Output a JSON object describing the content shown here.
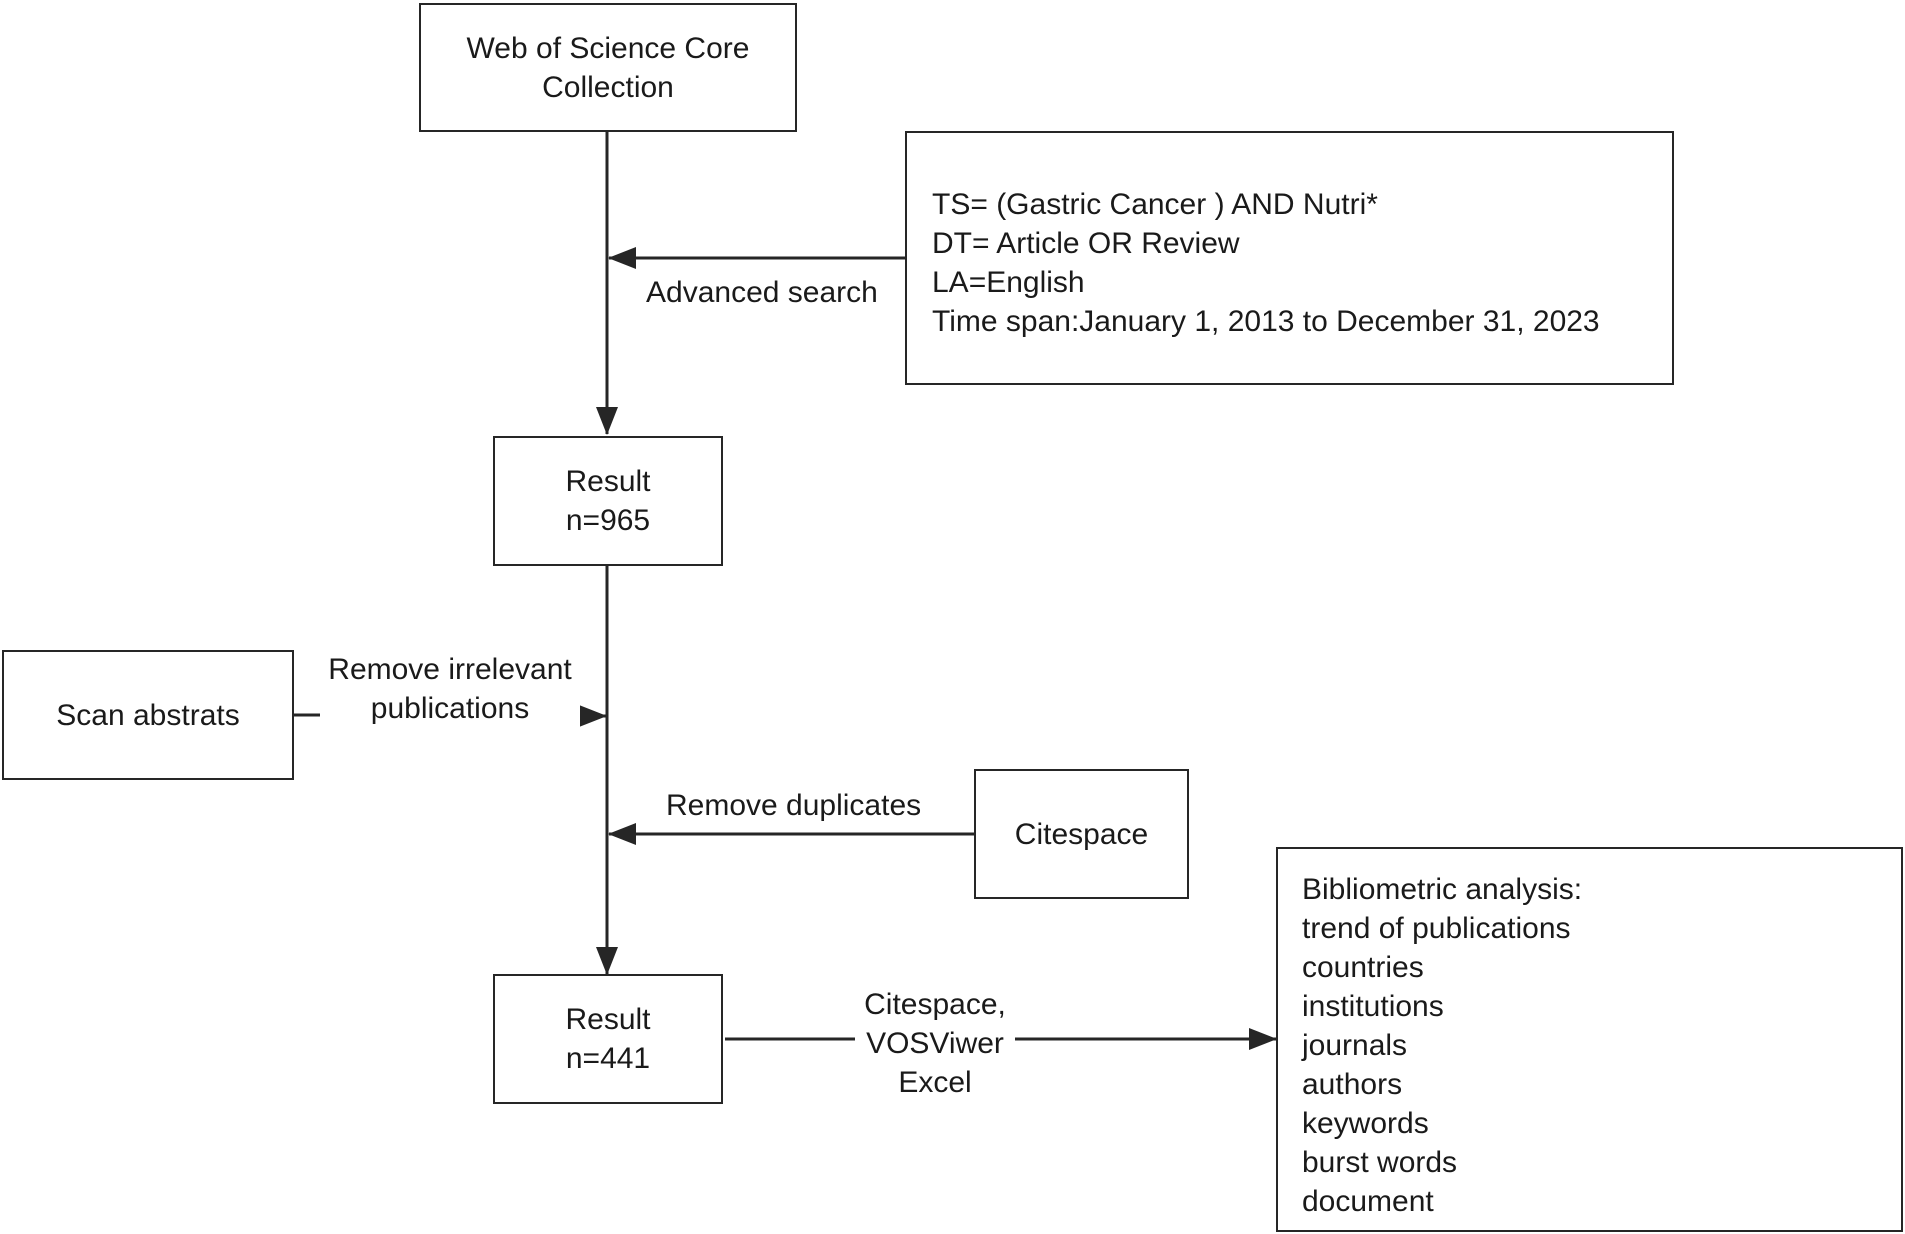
{
  "nodes": {
    "wos": {
      "lines": [
        "Web of Science Core",
        "Collection"
      ]
    },
    "query": {
      "lines": [
        "TS= (Gastric Cancer ) AND Nutri*",
        "DT= Article OR Review",
        "LA=English",
        "Time span:January 1, 2013 to December 31, 2023"
      ]
    },
    "result1": {
      "lines": [
        "Result",
        "n=965"
      ]
    },
    "scan": {
      "lines": [
        "Scan abstrats"
      ]
    },
    "citespace": {
      "lines": [
        "Citespace"
      ]
    },
    "result2": {
      "lines": [
        "Result",
        "n=441"
      ]
    },
    "analysis": {
      "lines": [
        "Bibliometric analysis:",
        "trend of publications",
        "countries",
        "institutions",
        "journals",
        "authors",
        "keywords",
        "burst words",
        "document"
      ]
    }
  },
  "edge_labels": {
    "advanced_search": "Advanced search",
    "remove_irrelevant": [
      "Remove irrelevant",
      "publications"
    ],
    "remove_duplicates": "Remove duplicates",
    "tools": [
      "Citespace,",
      "VOSViwer",
      "Excel"
    ]
  }
}
